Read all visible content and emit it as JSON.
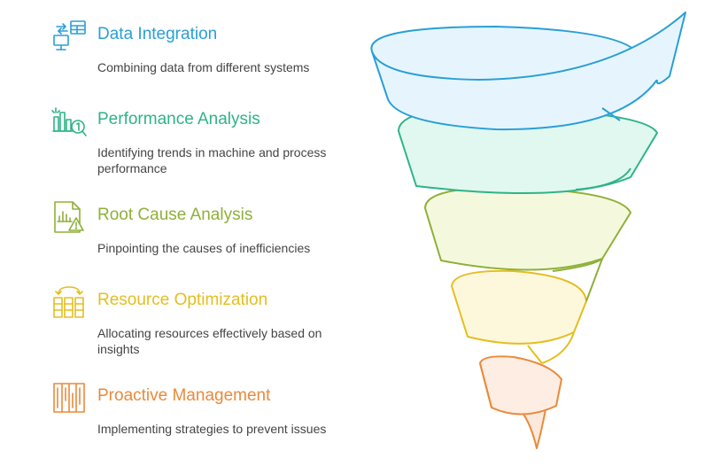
{
  "colors": {
    "blue": "#2a9fd6",
    "green": "#2fb387",
    "olive": "#8fb039",
    "yellow": "#e4be1f",
    "orange": "#e98a3b"
  },
  "items": [
    {
      "title": "Data Integration",
      "desc": "Combining data from different systems",
      "icon": "data-transfer-icon",
      "color": "#2a9fd6"
    },
    {
      "title": "Performance Analysis",
      "desc": "Identifying trends in machine and process performance",
      "icon": "chart-search-icon",
      "color": "#2fb387"
    },
    {
      "title": "Root Cause Analysis",
      "desc": "Pinpointing the causes of inefficiencies",
      "icon": "document-warning-icon",
      "color": "#8fb039"
    },
    {
      "title": "Resource Optimization",
      "desc": "Allocating resources effectively based on insights",
      "icon": "resource-allocation-icon",
      "color": "#e4be1f"
    },
    {
      "title": "Proactive Management",
      "desc": "Implementing strategies to prevent issues",
      "icon": "columns-icon",
      "color": "#e98a3b"
    }
  ]
}
